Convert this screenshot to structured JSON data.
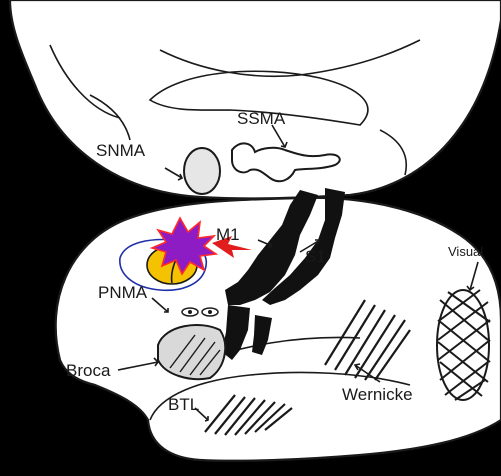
{
  "labels": {
    "ssma": "SSMA",
    "snma": "SNMA",
    "m1": "M1",
    "s1": "S1",
    "visual": "Visual",
    "pnma": "PNMA",
    "broca": "Broca",
    "wernicke": "Wernicke",
    "btl": "BTL"
  },
  "colors": {
    "background": "#000000",
    "brain_fill": "#ffffff",
    "ink": "#1a1a1a",
    "starburst": "#8e1cc4",
    "starburst_outline": "#ff2a2a",
    "ellipse": "#f4c200",
    "lightning": "#e11d1d",
    "blob_outline": "#1f2fa8"
  },
  "icons": [
    "starburst-icon",
    "lightning-bolt-icon",
    "eye-icon",
    "hatched-region-icon"
  ]
}
